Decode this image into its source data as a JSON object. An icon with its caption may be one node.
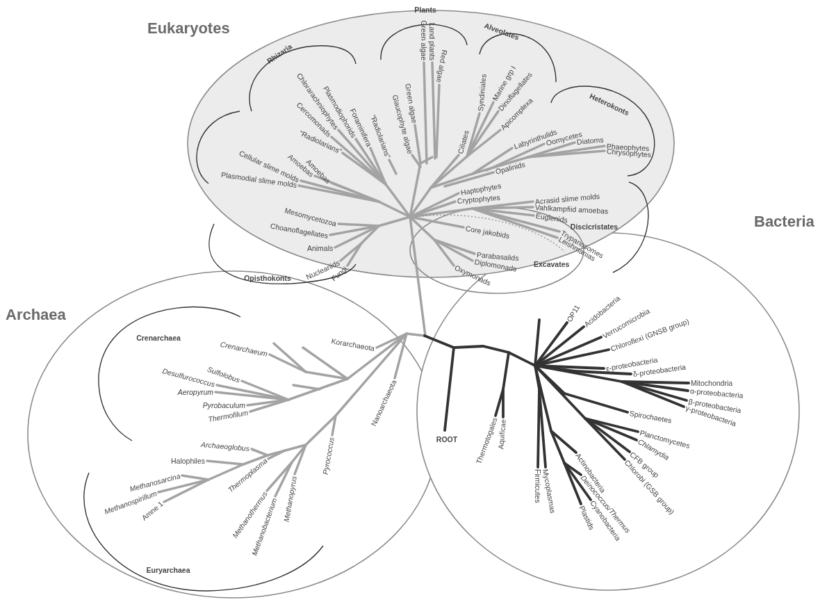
{
  "diagram": {
    "nodes": [
      {
        "text": [
          "Eukaryotes"
        ]
      },
      {
        "text": [
          "Excavates"
        ],
        "in": 0
      },
      {
        "text": [
          "Archaea"
        ]
      },
      {
        "text": [
          "Bacteria"
        ]
      }
    ],
    "labels": [
      "Plants",
      "Rhizaria",
      "Alveolates",
      "Chlorarachniophytes",
      "Plasmodiophorids",
      "Foraminifera",
      "“Radiolarians”",
      "Green algae",
      "Land plants",
      "Red algae",
      "Green algae",
      "Glaucophyte algae",
      "Syndiniales",
      "Marine grp I",
      "Dinoflagellates",
      "Apicomplexa",
      "Ciliates",
      "Heterokonts",
      "Cercomonads",
      "“Radiolarians”",
      "Labyrinthulids",
      "Oomycetes",
      "Diatoms",
      "Phaeophytes",
      "Chrysophytes",
      "Cellular slime molds",
      "Amoebas",
      "Amoebas",
      "Plasmodial slime molds",
      "Opalinids",
      "Haptophytes",
      "Cryptophytes",
      "Acrasid slime molds",
      "Vahlkampfiid amoebas",
      "Euglenids",
      "Mesomycetozoa",
      "Choanoflagellates",
      "Animals",
      "Discicristates",
      "Core jakobids",
      "Trypanosomes",
      "Leishmanias",
      "Opisthokonts",
      "Nucleariids",
      "Fungi",
      "Parabasalids",
      "Diplomonads",
      "Oxymonads",
      "Crenarchaea",
      "Crenarchaeum",
      "Korarchaeota",
      "Sulfolobus",
      "Desulfurococcus",
      "Aeropyrum",
      "Pyrobaculum",
      "Thermofilum",
      "Nanoarchaeota",
      "Archaeoglobus",
      "Halophiles",
      "Methanosarcina",
      "Methanospirillum",
      "Amne 1",
      "Thermoplasma",
      "Pyrococcus",
      "Methanothermus",
      "Methanobacterium",
      "Methanopyrus",
      "Euryarchaea",
      "OP11",
      "Acidobacteria",
      "Verrucomicrobia",
      "Chloroflexi (GNSB group)",
      "ε-proteobacteria",
      "δ-proteobacteria",
      "Mitochondria",
      "α-proteobacteria",
      "β-proteobacteria",
      "γ-proteobacteria",
      "Spirochaetes",
      "Planctomycetes",
      "Chlamydia",
      "CFB group",
      "Chlorobi (GSB group)",
      "ROOT",
      "Thermotogales",
      "Aquificae",
      "Firmicutes",
      "Mycoplasmas",
      "Actinobacteria",
      "Deinococcus/Thermus",
      "Cyanobacteria",
      "Plastids"
    ]
  }
}
